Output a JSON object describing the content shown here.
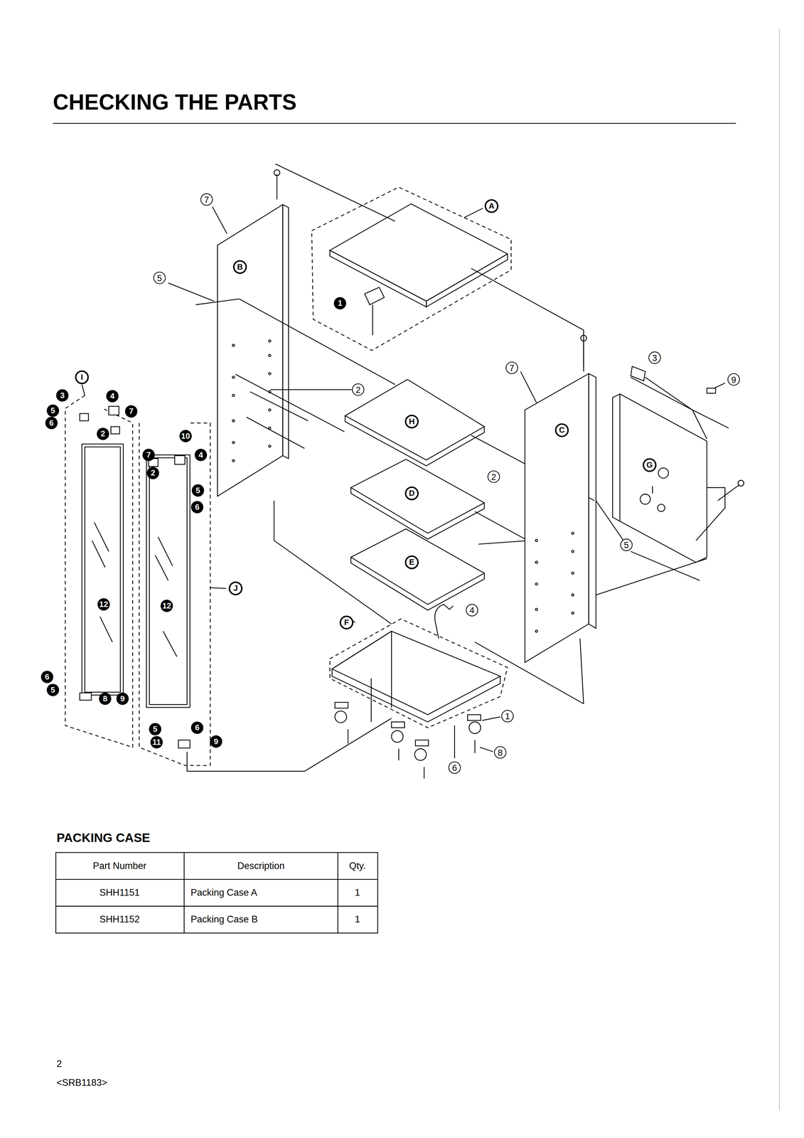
{
  "diagram": {
    "title": "CHECKING THE PARTS",
    "labels": [
      "7",
      "A",
      "B",
      "5",
      "1",
      "7",
      "3",
      "9",
      "I",
      "3",
      "4",
      "5",
      "7",
      "6",
      "2",
      "10",
      "7",
      "4",
      "2",
      "2",
      "H",
      "C",
      "G",
      "5",
      "6",
      "D",
      "2",
      "5",
      "12",
      "12",
      "J",
      "E",
      "4",
      "F",
      "6",
      "5",
      "8",
      "9",
      "1",
      "5",
      "6",
      "11",
      "9",
      "8",
      "6",
      "PACKING CASE",
      "Part Number",
      "Description",
      "Qty.",
      "SHH1151",
      "Packing Case A",
      "1",
      "SHH1152",
      "Packing Case B",
      "1",
      "2",
      "<SRB1183>"
    ]
  }
}
